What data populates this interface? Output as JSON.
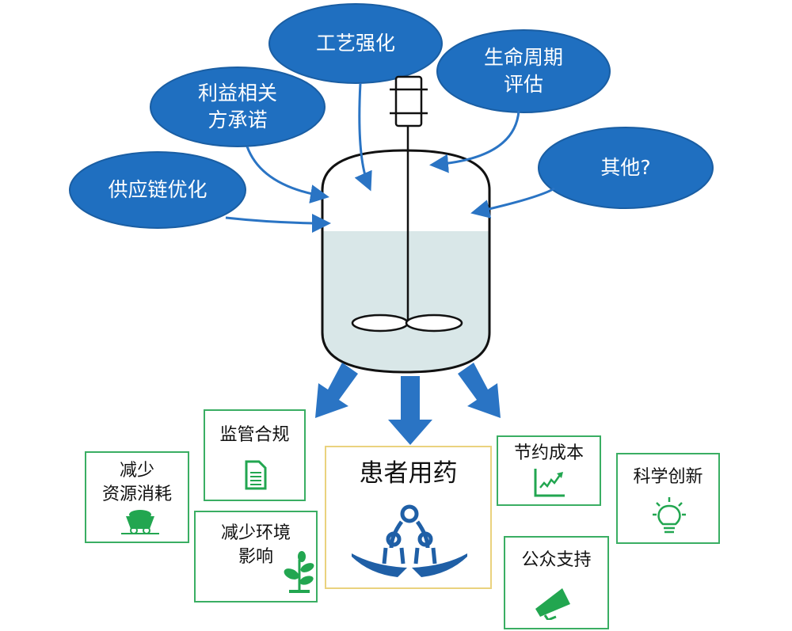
{
  "inputs": [
    {
      "id": "process",
      "lines": [
        "工艺强化"
      ]
    },
    {
      "id": "stakeholder",
      "lines": [
        "利益相关",
        "方承诺"
      ]
    },
    {
      "id": "lifecycle",
      "lines": [
        "生命周期",
        "评估"
      ]
    },
    {
      "id": "supply",
      "lines": [
        "供应链优化"
      ]
    },
    {
      "id": "other",
      "lines": [
        "其他?"
      ]
    }
  ],
  "outcomes": {
    "center": {
      "label": "患者用药",
      "icon": "patients-in-hands-icon"
    },
    "resource": {
      "lines": [
        "减少",
        "资源消耗"
      ],
      "icon": "mine-cart-icon"
    },
    "regulatory": {
      "lines": [
        "监管合规"
      ],
      "icon": "document-icon"
    },
    "environment": {
      "lines": [
        "减少环境",
        "影响"
      ],
      "icon": "sprout-icon"
    },
    "cost": {
      "lines": [
        "节约成本"
      ],
      "icon": "rising-chart-icon"
    },
    "science": {
      "lines": [
        "科学创新"
      ],
      "icon": "lightbulb-icon"
    },
    "public": {
      "lines": [
        "公众支持"
      ],
      "icon": "megaphone-icon"
    }
  },
  "colors": {
    "bubble": "#1f6fc0",
    "arrow": "#2a74c4",
    "green": "#22a650",
    "liquid": "#d9e7e8",
    "center_border": "#ead27e",
    "people": "#1f5fa6"
  }
}
